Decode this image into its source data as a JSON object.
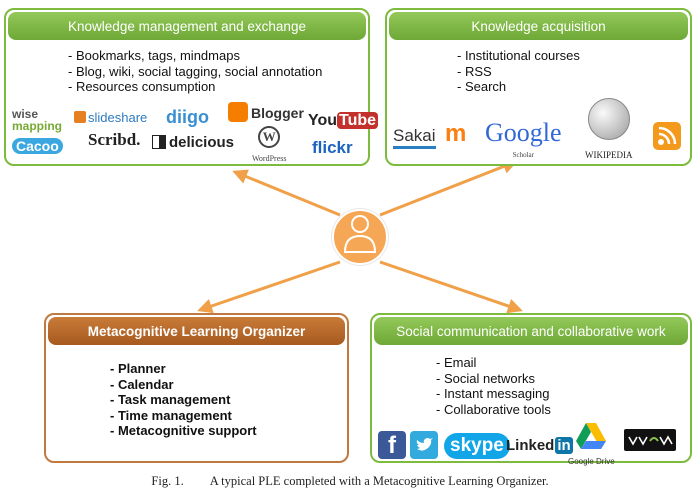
{
  "knowledge_management": {
    "title": "Knowledge management and exchange",
    "items": [
      "- Bookmarks, tags, mindmaps",
      "- Blog, wiki, social tagging, social annotation",
      "- Resources consumption"
    ],
    "logos": {
      "wisemapping_a": "wise",
      "wisemapping_b": "mapping",
      "slideshare": "slideshare",
      "diigo": "diigo",
      "blogger": "Blogger",
      "youtube_a": "You",
      "youtube_b": "Tube",
      "cacoo": "Cacoo",
      "scribd": "Scribd.",
      "delicious": "delicious",
      "wordpress": "WordPress",
      "flickr": "flickr"
    }
  },
  "knowledge_acquisition": {
    "title": "Knowledge acquisition",
    "items": [
      "- Institutional courses",
      "- RSS",
      "- Search"
    ],
    "logos": {
      "sakai": "Sakai",
      "google": "Google",
      "scholar": "Scholar",
      "wikipedia": "WIKIPEDIA"
    }
  },
  "learning_organizer": {
    "title": "Metacognitive Learning Organizer",
    "items": [
      "- Planner",
      "- Calendar",
      "- Task management",
      "- Time management",
      "- Metacognitive support"
    ]
  },
  "social_communication": {
    "title": "Social communication and collaborative work",
    "items": [
      "- Email",
      "- Social networks",
      "- Instant messaging",
      "- Collaborative tools"
    ],
    "logos": {
      "facebook": "f",
      "skype": "skype",
      "linkedin_a": "Linked",
      "linkedin_b": "in",
      "google_drive": "Google Drive"
    }
  },
  "caption": {
    "label": "Fig. 1.",
    "text": "A typical PLE completed with a Metacognitive Learning Organizer."
  },
  "colors": {
    "green": "#7dbb3f",
    "orange_header": "#b86a2a",
    "arrow": "#f0a048",
    "user_fill": "#f5a755"
  }
}
